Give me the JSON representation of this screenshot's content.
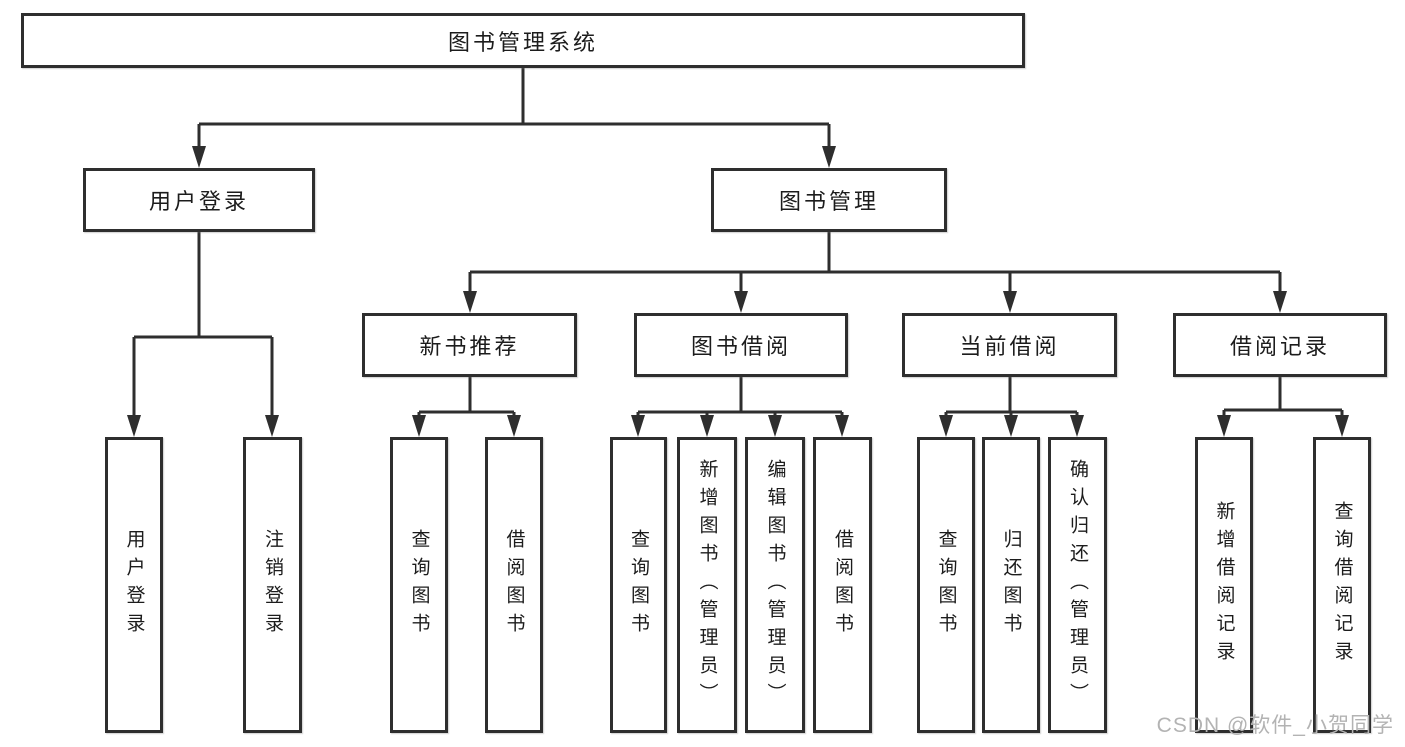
{
  "diagram": {
    "type": "hierarchy",
    "title": "图书管理系统",
    "tree": {
      "label": "图书管理系统",
      "children": [
        {
          "label": "用户登录",
          "children": [
            {
              "label": "用户登录"
            },
            {
              "label": "注销登录"
            }
          ]
        },
        {
          "label": "图书管理",
          "children": [
            {
              "label": "新书推荐",
              "children": [
                {
                  "label": "查询图书"
                },
                {
                  "label": "借阅图书"
                }
              ]
            },
            {
              "label": "图书借阅",
              "children": [
                {
                  "label": "查询图书"
                },
                {
                  "label": "新增图书（管理员）"
                },
                {
                  "label": "编辑图书（管理员）"
                },
                {
                  "label": "借阅图书"
                }
              ]
            },
            {
              "label": "当前借阅",
              "children": [
                {
                  "label": "查询图书"
                },
                {
                  "label": "归还图书"
                },
                {
                  "label": "确认归还（管理员）"
                }
              ]
            },
            {
              "label": "借阅记录",
              "children": [
                {
                  "label": "新增借阅记录"
                },
                {
                  "label": "查询借阅记录"
                }
              ]
            }
          ]
        }
      ]
    },
    "colors": {
      "line": "#2e2e2e",
      "text": "#1c1c1c",
      "background": "#ffffff",
      "watermark": "#b3b3b3"
    }
  },
  "watermark": "CSDN @软件_小贺同学"
}
